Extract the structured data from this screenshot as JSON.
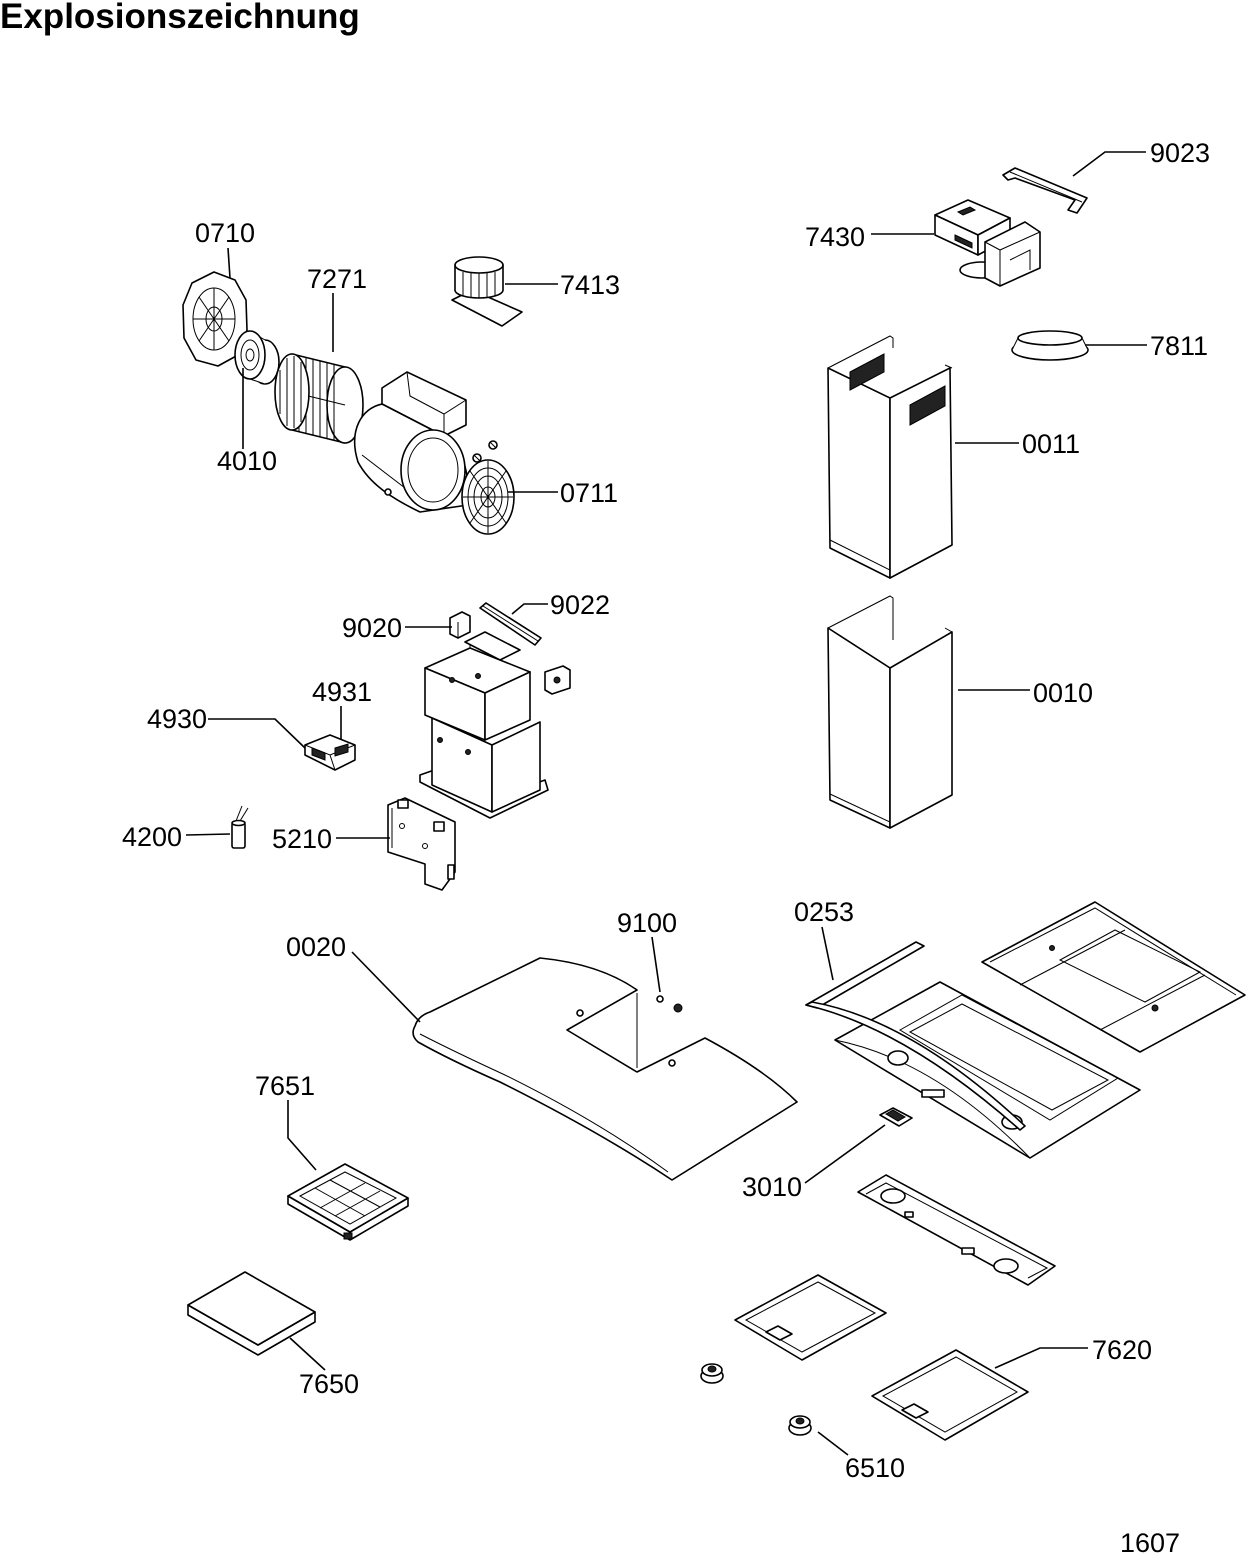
{
  "title": "Explosionszeichnung",
  "labels": [
    "9023",
    "7430",
    "0710",
    "7271",
    "7413",
    "7811",
    "0011",
    "4010",
    "0711",
    "9022",
    "9020",
    "4931",
    "0010",
    "4930",
    "4200",
    "5210",
    "9100",
    "0253",
    "0020",
    "7651",
    "3010",
    "7650",
    "7620",
    "6510"
  ],
  "footer": {
    "code": "1607"
  }
}
